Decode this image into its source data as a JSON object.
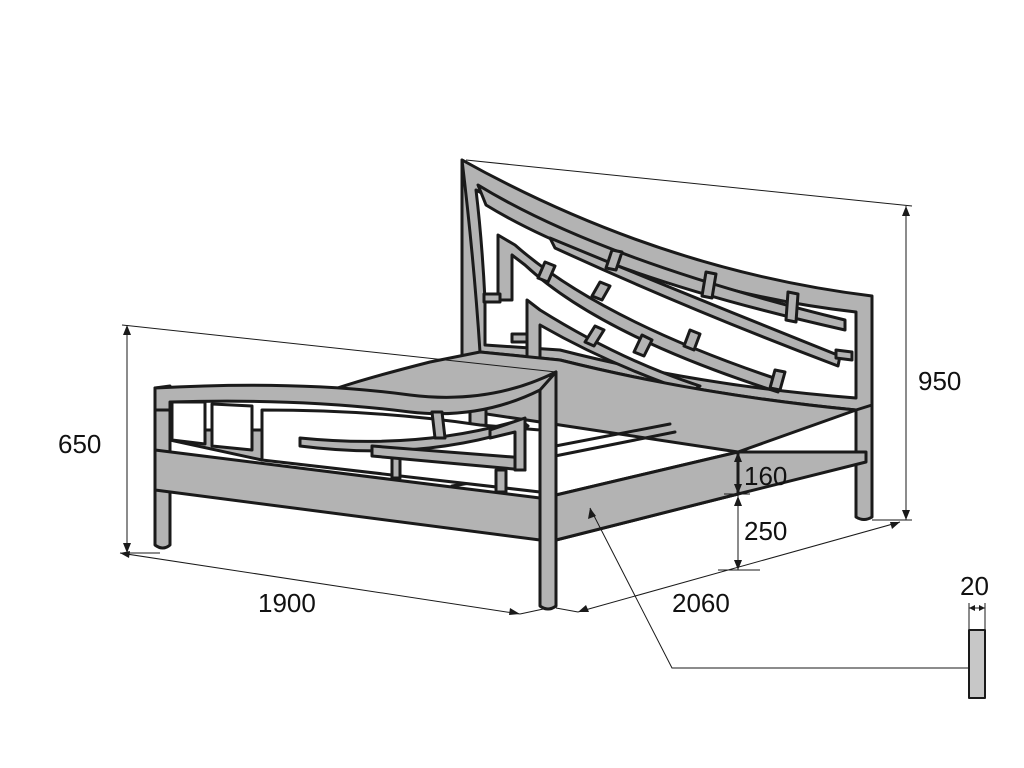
{
  "dimensions": {
    "height_total": "950",
    "height_footboard": "650",
    "length": "2060",
    "width": "1900",
    "side_rail_height": "160",
    "clearance_height": "250",
    "profile_thickness": "20"
  },
  "colors": {
    "metal_fill": "#b3b3b3",
    "line": "#1a1a1a",
    "background": "#ffffff"
  }
}
